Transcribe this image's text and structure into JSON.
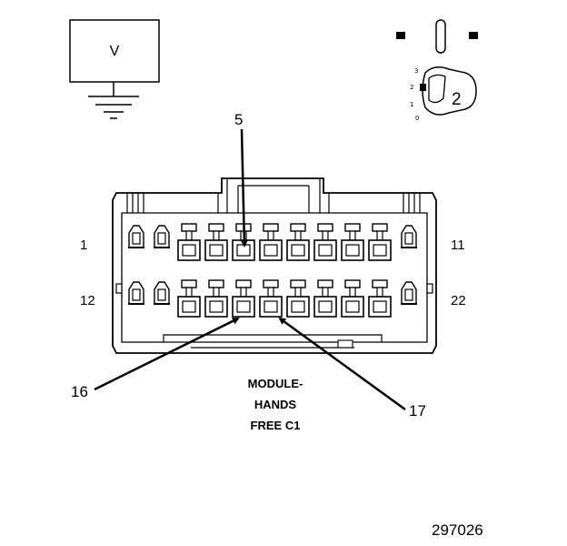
{
  "meter": {
    "symbol": "V"
  },
  "key_position": {
    "number": "2",
    "scale": [
      "3",
      "2",
      "1",
      "0"
    ]
  },
  "connector": {
    "pin_labels": {
      "top_left": "1",
      "top_right": "11",
      "bottom_left": "12",
      "bottom_right": "22"
    },
    "callouts": {
      "a": "5",
      "b": "16",
      "c": "17"
    },
    "module_label": [
      "MODULE-",
      "HANDS",
      "FREE C1"
    ]
  },
  "figure_id": "297026"
}
